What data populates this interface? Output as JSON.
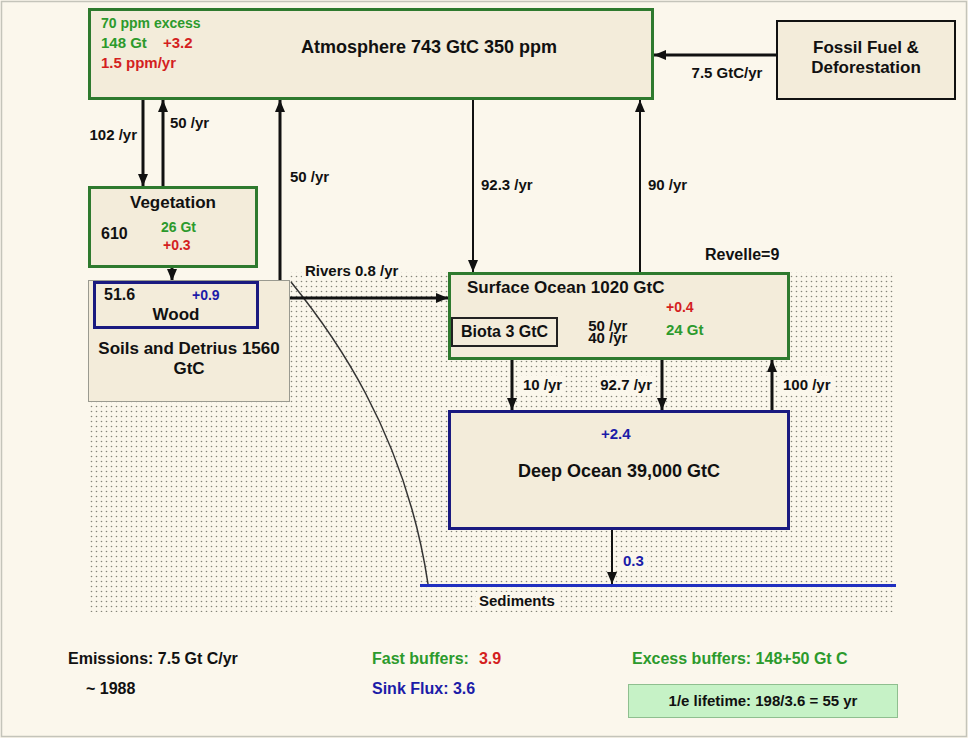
{
  "diagram": {
    "nodes": [
      {
        "text": [
          "70 ppm excess",
          "148 Gt",
          "+3.2",
          "Atmosphere 743 GtC 350 ppm",
          "1.5 ppm/yr"
        ]
      },
      {
        "text": [
          "Fossil Fuel & Deforestation"
        ]
      },
      {
        "text": [
          "Vegetation",
          "610",
          "26 Gt",
          "+0.3"
        ]
      },
      {
        "text": [
          "Soils and Detrius 1560 GtC"
        ]
      },
      {
        "text": [
          "51.6",
          "+0.9",
          "Wood"
        ],
        "in": 3
      },
      {
        "text": [
          "Surface Ocean 1020 GtC",
          "+0.4",
          "24 Gt"
        ]
      },
      {
        "text": [
          "Biota 3 GtC"
        ],
        "in": 5
      },
      {
        "text": [
          "+2.4",
          "Deep Ocean 39,000 GtC"
        ]
      },
      {
        "text": [
          "Sediments"
        ]
      },
      {
        "text": [
          "1/e lifetime: 198/3.6 = 55 yr"
        ]
      }
    ],
    "edges": [
      {
        "from": 1,
        "to": 0,
        "label": "7.5 GtC/yr",
        "arrow": "to"
      },
      {
        "from": 0,
        "to": 2,
        "label": "102 /yr",
        "arrow": "to"
      },
      {
        "from": 2,
        "to": 0,
        "label": "50 /yr",
        "arrow": "to"
      },
      {
        "from": 2,
        "to": 4,
        "arrow": "to"
      },
      {
        "from": 3,
        "to": 0,
        "label": "50 /yr",
        "arrow": "to"
      },
      {
        "from": 3,
        "to": 5,
        "label": "Rivers 0.8 /yr",
        "arrow": "to"
      },
      {
        "from": 0,
        "to": 5,
        "label": "92.3 /yr",
        "arrow": "to"
      },
      {
        "from": 5,
        "to": 0,
        "label": "90 /yr",
        "arrow": "to"
      },
      {
        "from": 5,
        "to": 6,
        "label": "50 /yr",
        "arrow": "to"
      },
      {
        "from": 6,
        "to": 5,
        "label": "40 /yr",
        "arrow": "to"
      },
      {
        "from": 5,
        "to": 7,
        "label": "10 /yr",
        "arrow": "to"
      },
      {
        "from": 5,
        "to": 7,
        "label": "92.7 /yr",
        "arrow": "to"
      },
      {
        "from": 7,
        "to": 5,
        "label": "100 /yr",
        "arrow": "to"
      },
      {
        "from": 7,
        "to": 8,
        "label": "0.3",
        "arrow": "to"
      }
    ],
    "labels": [
      "Revelle=9",
      "Emissions: 7.5 Gt C/yr",
      "~ 1988",
      "Fast buffers:",
      "3.9",
      "Sink Flux: 3.6",
      "Excess buffers: 148+50 Gt C"
    ]
  }
}
